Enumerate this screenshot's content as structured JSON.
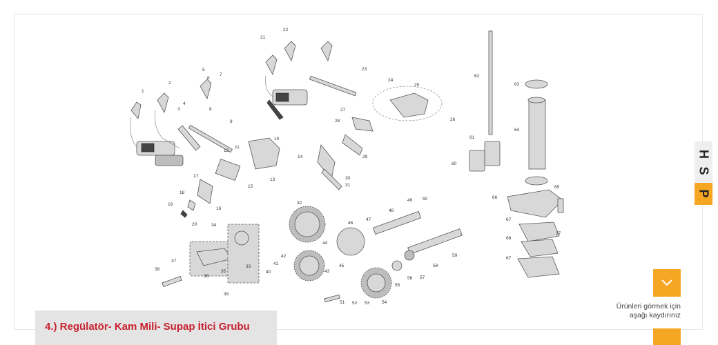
{
  "caption": {
    "title": "4.) Regülatör- Kam Mili- Supap İtici Grubu"
  },
  "scroll_hint": {
    "line1": "Ürünleri görmek için",
    "line2": "aşağı kaydırınız"
  },
  "side_logo": {
    "letters": [
      "H",
      "S",
      "P"
    ]
  },
  "colors": {
    "accent": "#f5a623",
    "caption_text": "#c8202f",
    "caption_bg": "#e4e4e4"
  },
  "icons": {
    "scroll_down": "chevron-down-icon"
  },
  "diagram": {
    "labels": [
      "1",
      "2",
      "3",
      "4",
      "5",
      "6",
      "7",
      "8",
      "9",
      "10",
      "11",
      "12",
      "13",
      "14",
      "15",
      "16",
      "17",
      "18",
      "19",
      "20",
      "21",
      "22",
      "23",
      "24",
      "25",
      "26",
      "27",
      "28",
      "29",
      "30",
      "31",
      "32",
      "33",
      "34",
      "35",
      "36",
      "37",
      "38",
      "39",
      "40",
      "41",
      "42",
      "43",
      "44",
      "45",
      "46",
      "47",
      "48",
      "49",
      "50",
      "51",
      "52",
      "53",
      "54",
      "55",
      "56",
      "57",
      "58",
      "59",
      "60",
      "61",
      "62",
      "63",
      "64",
      "65",
      "66",
      "67",
      "68"
    ]
  }
}
